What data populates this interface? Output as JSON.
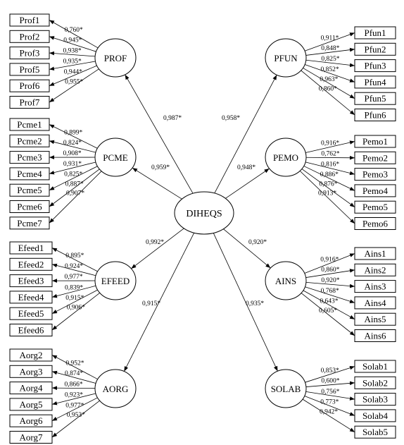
{
  "center": {
    "name": "DIHEQS"
  },
  "arrow_color": "#000000",
  "factors": [
    {
      "id": "prof",
      "name": "PROF",
      "weight": "0,987*",
      "items": [
        "Prof1",
        "Prof2",
        "Prof3",
        "Prof5",
        "Prof6",
        "Prof7"
      ],
      "loadings": [
        "0,760*",
        "0,945*",
        "0,938*",
        "0,935*",
        "0,944*",
        "0,955*"
      ]
    },
    {
      "id": "pcme",
      "name": "PCME",
      "weight": "0,959*",
      "items": [
        "Pcme1",
        "Pcme2",
        "Pcme3",
        "Pcme4",
        "Pcme5",
        "Pcme6",
        "Pcme7"
      ],
      "loadings": [
        "0,899*",
        "0,824*",
        "0,908*",
        "0,931*",
        "0,825*",
        "0,887*",
        "0,907*"
      ]
    },
    {
      "id": "efeed",
      "name": "EFEED",
      "weight": "0,992*",
      "items": [
        "Efeed1",
        "Efeed2",
        "Efeed3",
        "Efeed4",
        "Efeed5",
        "Efeed6"
      ],
      "loadings": [
        "0,895*",
        "0,924*",
        "0,977*",
        "0,839*",
        "0,915*",
        "0,906*"
      ]
    },
    {
      "id": "aorg",
      "name": "AORG",
      "weight": "0,915*",
      "items": [
        "Aorg2",
        "Aorg3",
        "Aorg4",
        "Aorg5",
        "Aorg6",
        "Aorg7"
      ],
      "loadings": [
        "0,952*",
        "0,874*",
        "0,866*",
        "0,923*",
        "0,977*",
        "0,953*"
      ]
    },
    {
      "id": "pfun",
      "name": "PFUN",
      "weight": "0,958*",
      "items": [
        "Pfun1",
        "Pfun2",
        "Pfun3",
        "Pfun4",
        "Pfun5",
        "Pfun6"
      ],
      "loadings": [
        "0,911*",
        "0,848*",
        "0,825*",
        "0,852*",
        "0,963*",
        "0,860*"
      ]
    },
    {
      "id": "pemo",
      "name": "PEMO",
      "weight": "0,948*",
      "items": [
        "Pemo1",
        "Pemo2",
        "Pemo3",
        "Pemo4",
        "Pemo5",
        "Pemo6"
      ],
      "loadings": [
        "0,916*",
        "0,762*",
        "0,816*",
        "0,886*",
        "0,876*",
        "0,913*"
      ]
    },
    {
      "id": "ains",
      "name": "AINS",
      "weight": "0,920*",
      "items": [
        "Ains1",
        "Ains2",
        "Ains3",
        "Ains4",
        "Ains5",
        "Ains6"
      ],
      "loadings": [
        "0,916*",
        "0,860*",
        "0,920*",
        "0,768*",
        "0,643*",
        "0,605*"
      ]
    },
    {
      "id": "solab",
      "name": "SOLAB",
      "weight": "0,935*",
      "items": [
        "Solab1",
        "Solab2",
        "Solab3",
        "Solab4",
        "Solab5"
      ],
      "loadings": [
        "0,853*",
        "0,600*",
        "0,756*",
        "0,773*",
        "0,942*"
      ]
    }
  ]
}
